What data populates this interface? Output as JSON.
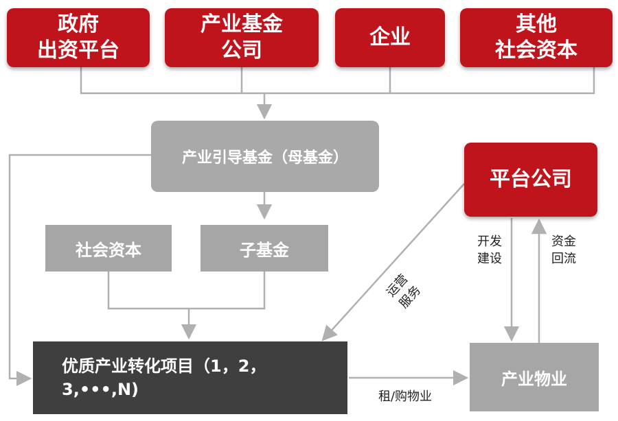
{
  "top_sources": [
    {
      "label": "政府\n出资平台"
    },
    {
      "label": "产业基金\n公司"
    },
    {
      "label": "企业"
    },
    {
      "label": "其他\n社会资本"
    }
  ],
  "guide_fund": {
    "label": "产业引导基金（母基金）"
  },
  "platform": {
    "label": "平台公司"
  },
  "social_capital": {
    "label": "社会资本"
  },
  "sub_fund": {
    "label": "子基金"
  },
  "projects": {
    "label": "优质产业转化项目（1，2，\n3,•••,N)"
  },
  "industrial_property": {
    "label": "产业物业"
  },
  "edge_labels": {
    "develop_build": "开发\n建设",
    "fund_return": "资金\n回流",
    "ops_service": "运营\n服务",
    "lease_purchase": "租/购物业"
  },
  "colors": {
    "red": "#c0141c",
    "gray": "#a9a9a9",
    "dark": "#3f3f3f",
    "line": "#b0b0b0"
  }
}
